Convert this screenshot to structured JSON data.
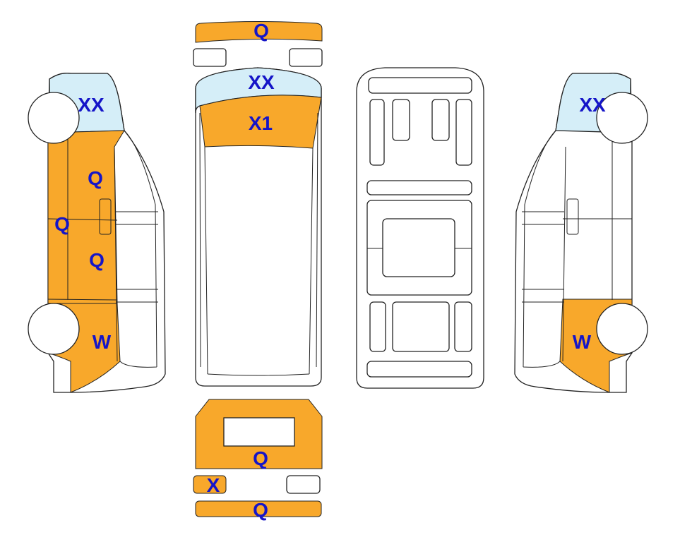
{
  "colors": {
    "damage_fill": "#F8A82B",
    "glass_fill": "#D5EEF8",
    "label_text": "#1515C8",
    "outline": "#222222"
  },
  "views": {
    "top": {
      "front_bumper": "Q",
      "windshield": "XX",
      "hood": "X1"
    },
    "left_side": {
      "front_window": "XX",
      "upper_door": "Q",
      "side_panel": "Q",
      "lower_door": "Q",
      "rear_quarter": "W"
    },
    "right_side": {
      "front_window": "XX",
      "rear_quarter": "W"
    },
    "rear": {
      "rear_door": "Q",
      "left_light": "X",
      "rear_bumper": "Q"
    }
  }
}
